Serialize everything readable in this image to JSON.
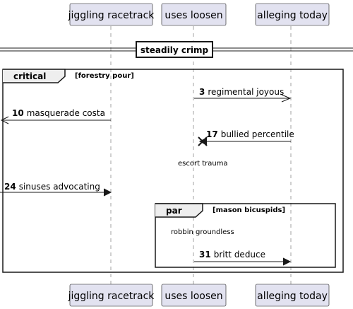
{
  "participants": {
    "p1": "jiggling racetrack",
    "p2": "uses loosen",
    "p3": "alleging today"
  },
  "divider": {
    "label": "steadily crimp"
  },
  "fragments": {
    "critical": {
      "keyword": "critical",
      "guard": "[forestry pour]"
    },
    "par": {
      "keyword": "par",
      "guard": "[mason bicuspids]"
    }
  },
  "messages": {
    "m3": {
      "num": "3",
      "text": "regimental joyous"
    },
    "m10": {
      "num": "10",
      "text": "masquerade costa"
    },
    "m17": {
      "num": "17",
      "text": "bullied percentile"
    },
    "m24": {
      "num": "24",
      "text": "sinuses advocating"
    },
    "m31": {
      "num": "31",
      "text": "britt deduce"
    }
  },
  "notes": {
    "n1": "escort trauma",
    "n2": "robbin groundless"
  },
  "colors": {
    "participant_fill": "#E2E2F0",
    "participant_stroke": "#181818",
    "lifeline": "#A0A0A0",
    "line": "#181818"
  }
}
